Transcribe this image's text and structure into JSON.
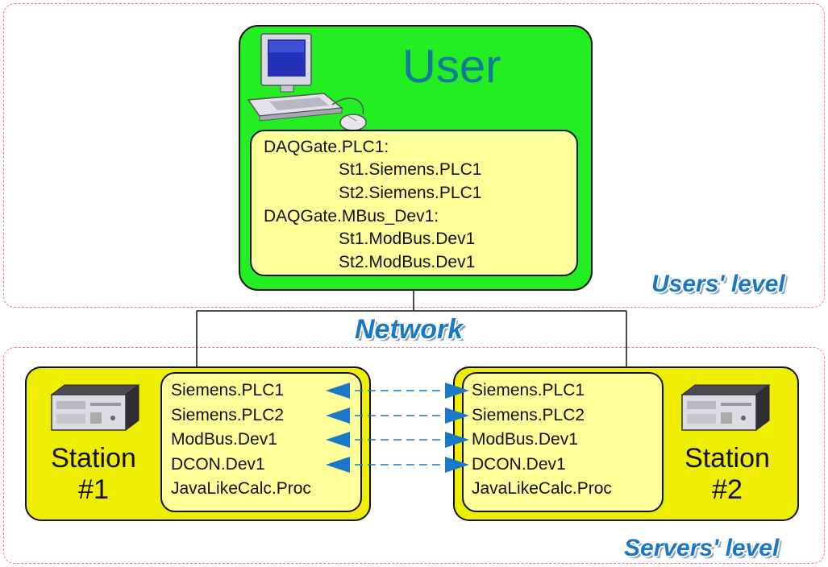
{
  "user": {
    "title": "User",
    "gateways": [
      {
        "name": "DAQGate.PLC1:",
        "sources": [
          "St1.Siemens.PLC1",
          "St2.Siemens.PLC1"
        ]
      },
      {
        "name": "DAQGate.MBus_Dev1:",
        "sources": [
          "St1.ModBus.Dev1",
          "St2.ModBus.Dev1"
        ]
      }
    ]
  },
  "levels": {
    "users": "Users' level",
    "network": "Network",
    "servers": "Servers' level"
  },
  "stations": [
    {
      "label_line1": "Station",
      "label_line2": "#1",
      "items": [
        "Siemens.PLC1",
        "Siemens.PLC2",
        "ModBus.Dev1",
        "DCON.Dev1",
        "JavaLikeCalc.Proc"
      ]
    },
    {
      "label_line1": "Station",
      "label_line2": "#2",
      "items": [
        "Siemens.PLC1",
        "Siemens.PLC2",
        "ModBus.Dev1",
        "DCON.Dev1",
        "JavaLikeCalc.Proc"
      ]
    }
  ],
  "colors": {
    "user_box": "#22ee22",
    "inner_box": "#ffff99",
    "station_box": "#eeee00",
    "level_text": "#1a78c8",
    "arrow": "#1a78c8",
    "frame": "#e57aa0"
  },
  "icons": {
    "user": "computer-icon",
    "station": "server-icon"
  }
}
